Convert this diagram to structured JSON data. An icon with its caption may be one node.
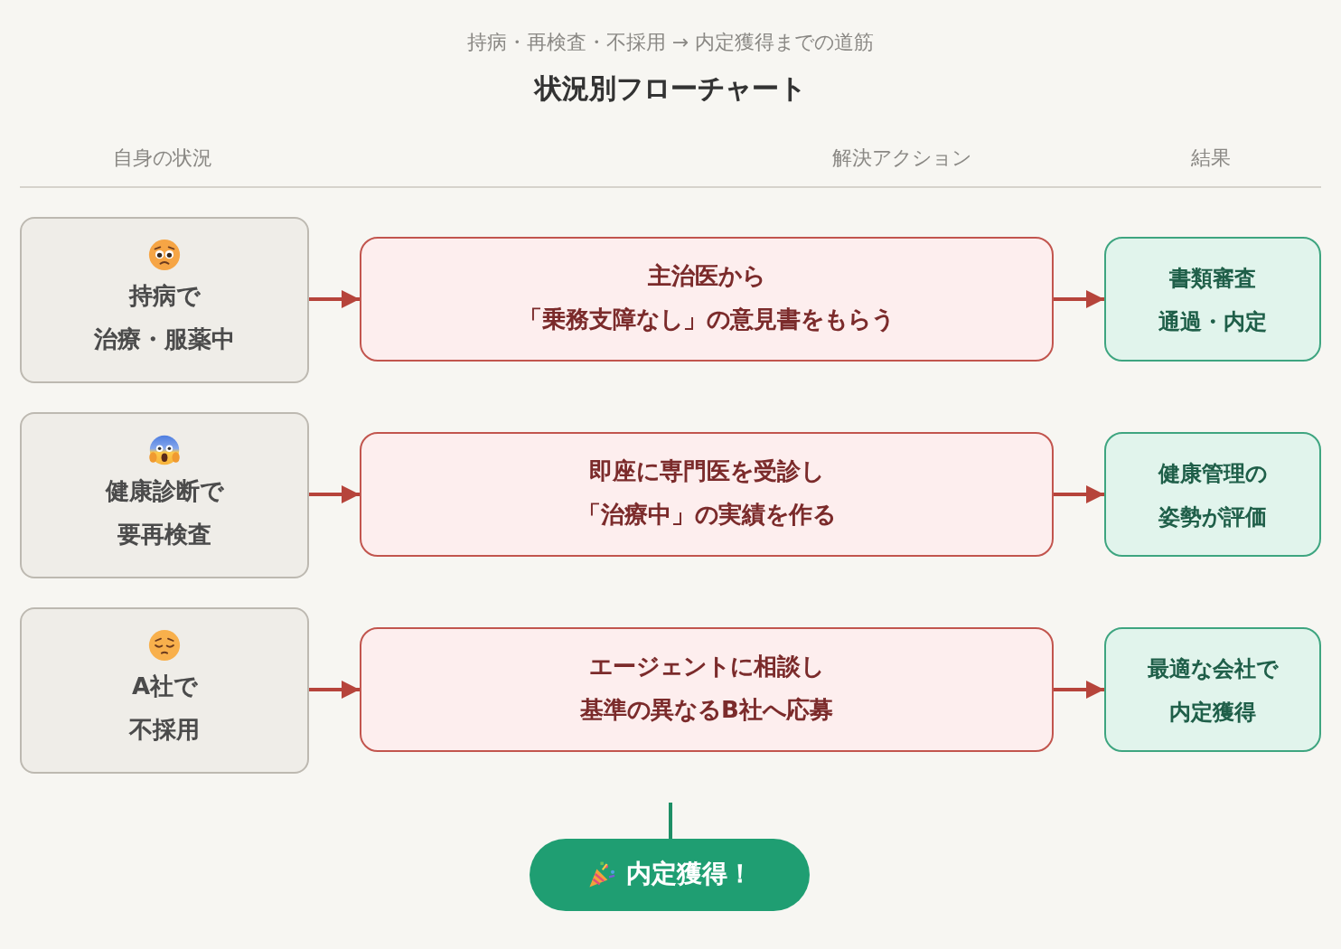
{
  "diagram": {
    "title": "状況別フローチャート",
    "nodes": [
      {
        "text": [
          "持病で",
          "治療・服薬中"
        ]
      },
      {
        "text": [
          "主治医から",
          "「乗務支障なし」の意見書をもらう"
        ]
      },
      {
        "text": [
          "書類審査",
          "通過・内定"
        ]
      },
      {
        "text": [
          "健康診断で",
          "要再検査"
        ]
      },
      {
        "text": [
          "即座に専門医を受診し",
          "「治療中」の実績を作る"
        ]
      },
      {
        "text": [
          "健康管理の",
          "姿勢が評価"
        ]
      },
      {
        "text": [
          "A社で",
          "不採用"
        ]
      },
      {
        "text": [
          "エージェントに相談し",
          "基準の異なるB社へ応募"
        ]
      },
      {
        "text": [
          "最適な会社で",
          "内定獲得"
        ]
      },
      {
        "text": [
          "内定獲得！"
        ]
      }
    ],
    "edges": [
      {
        "from": 0,
        "to": 1,
        "arrow": "to"
      },
      {
        "from": 1,
        "to": 2,
        "arrow": "to"
      },
      {
        "from": 3,
        "to": 4,
        "arrow": "to"
      },
      {
        "from": 4,
        "to": 5,
        "arrow": "to"
      },
      {
        "from": 6,
        "to": 7,
        "arrow": "to"
      },
      {
        "from": 7,
        "to": 8,
        "arrow": "to"
      },
      {
        "from": null,
        "to": 9,
        "arrow": "none",
        "color": "#1e8f66"
      }
    ],
    "labels": [
      "持病・再検査・不採用 → 内定獲得までの道筋",
      "自身の状況",
      "解決アクション",
      "結果"
    ]
  }
}
